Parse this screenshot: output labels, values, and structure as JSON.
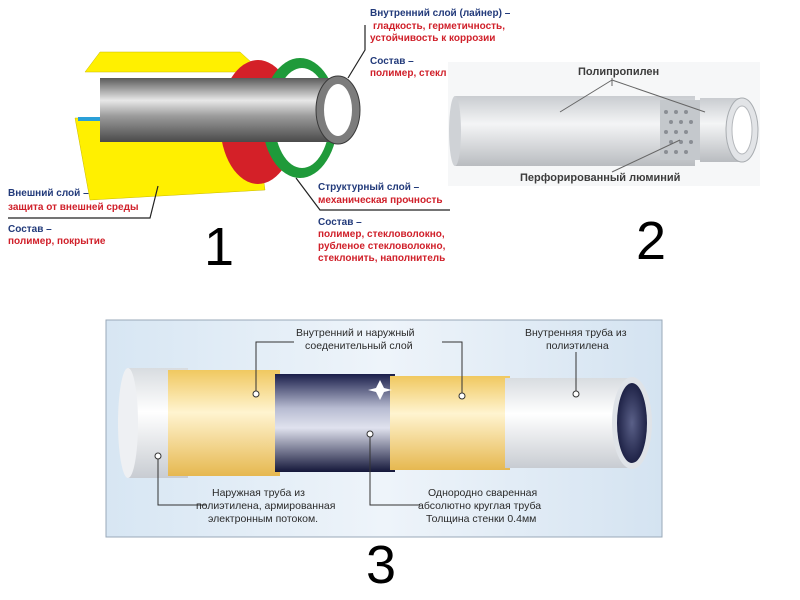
{
  "d1": {
    "number": "1",
    "inner_title": "Внутренний слой (лайнер) –",
    "inner_props_1": "гладкость, герметичность,",
    "inner_props_2": "устойчивость к коррозии",
    "inner_comp_title": "Состав –",
    "inner_comp": "полимер, стекл",
    "outer_title": "Внешний слой –",
    "outer_props": "защита от внешней среды",
    "outer_comp_title": "Состав –",
    "outer_comp": "полимер, покрытие",
    "struct_title": "Структурный слой –",
    "struct_props": "механическая прочность",
    "struct_comp_title": "Состав –",
    "struct_comp_1": "полимер, стекловолокно,",
    "struct_comp_2": "рубленое стекловолокно,",
    "struct_comp_3": "стеклонить, наполнитель"
  },
  "d2": {
    "number": "2",
    "label_polypropylene": "Полипропилен",
    "label_aluminium": "Перфорированный люминий"
  },
  "d3": {
    "number": "3",
    "label_tl_1": "Внутренний и наружный",
    "label_tl_2": "соеденительный слой",
    "label_tr_1": "Внутренняя труба из",
    "label_tr_2": "полиэтилена",
    "label_bl_1": "Наружная труба из",
    "label_bl_2": "полиэтилена, армированная",
    "label_bl_3": "электронным потоком.",
    "label_bm_1": "Однородно сваренная",
    "label_bm_2": "абсолютно круглая труба",
    "label_bm_3": "Толщина стенки 0.4мм"
  },
  "colors": {
    "yellow": "#fff000",
    "red": "#d42028",
    "green": "#1f9a3a",
    "label_red": "#d0202a",
    "label_dark": "#223a7a"
  }
}
